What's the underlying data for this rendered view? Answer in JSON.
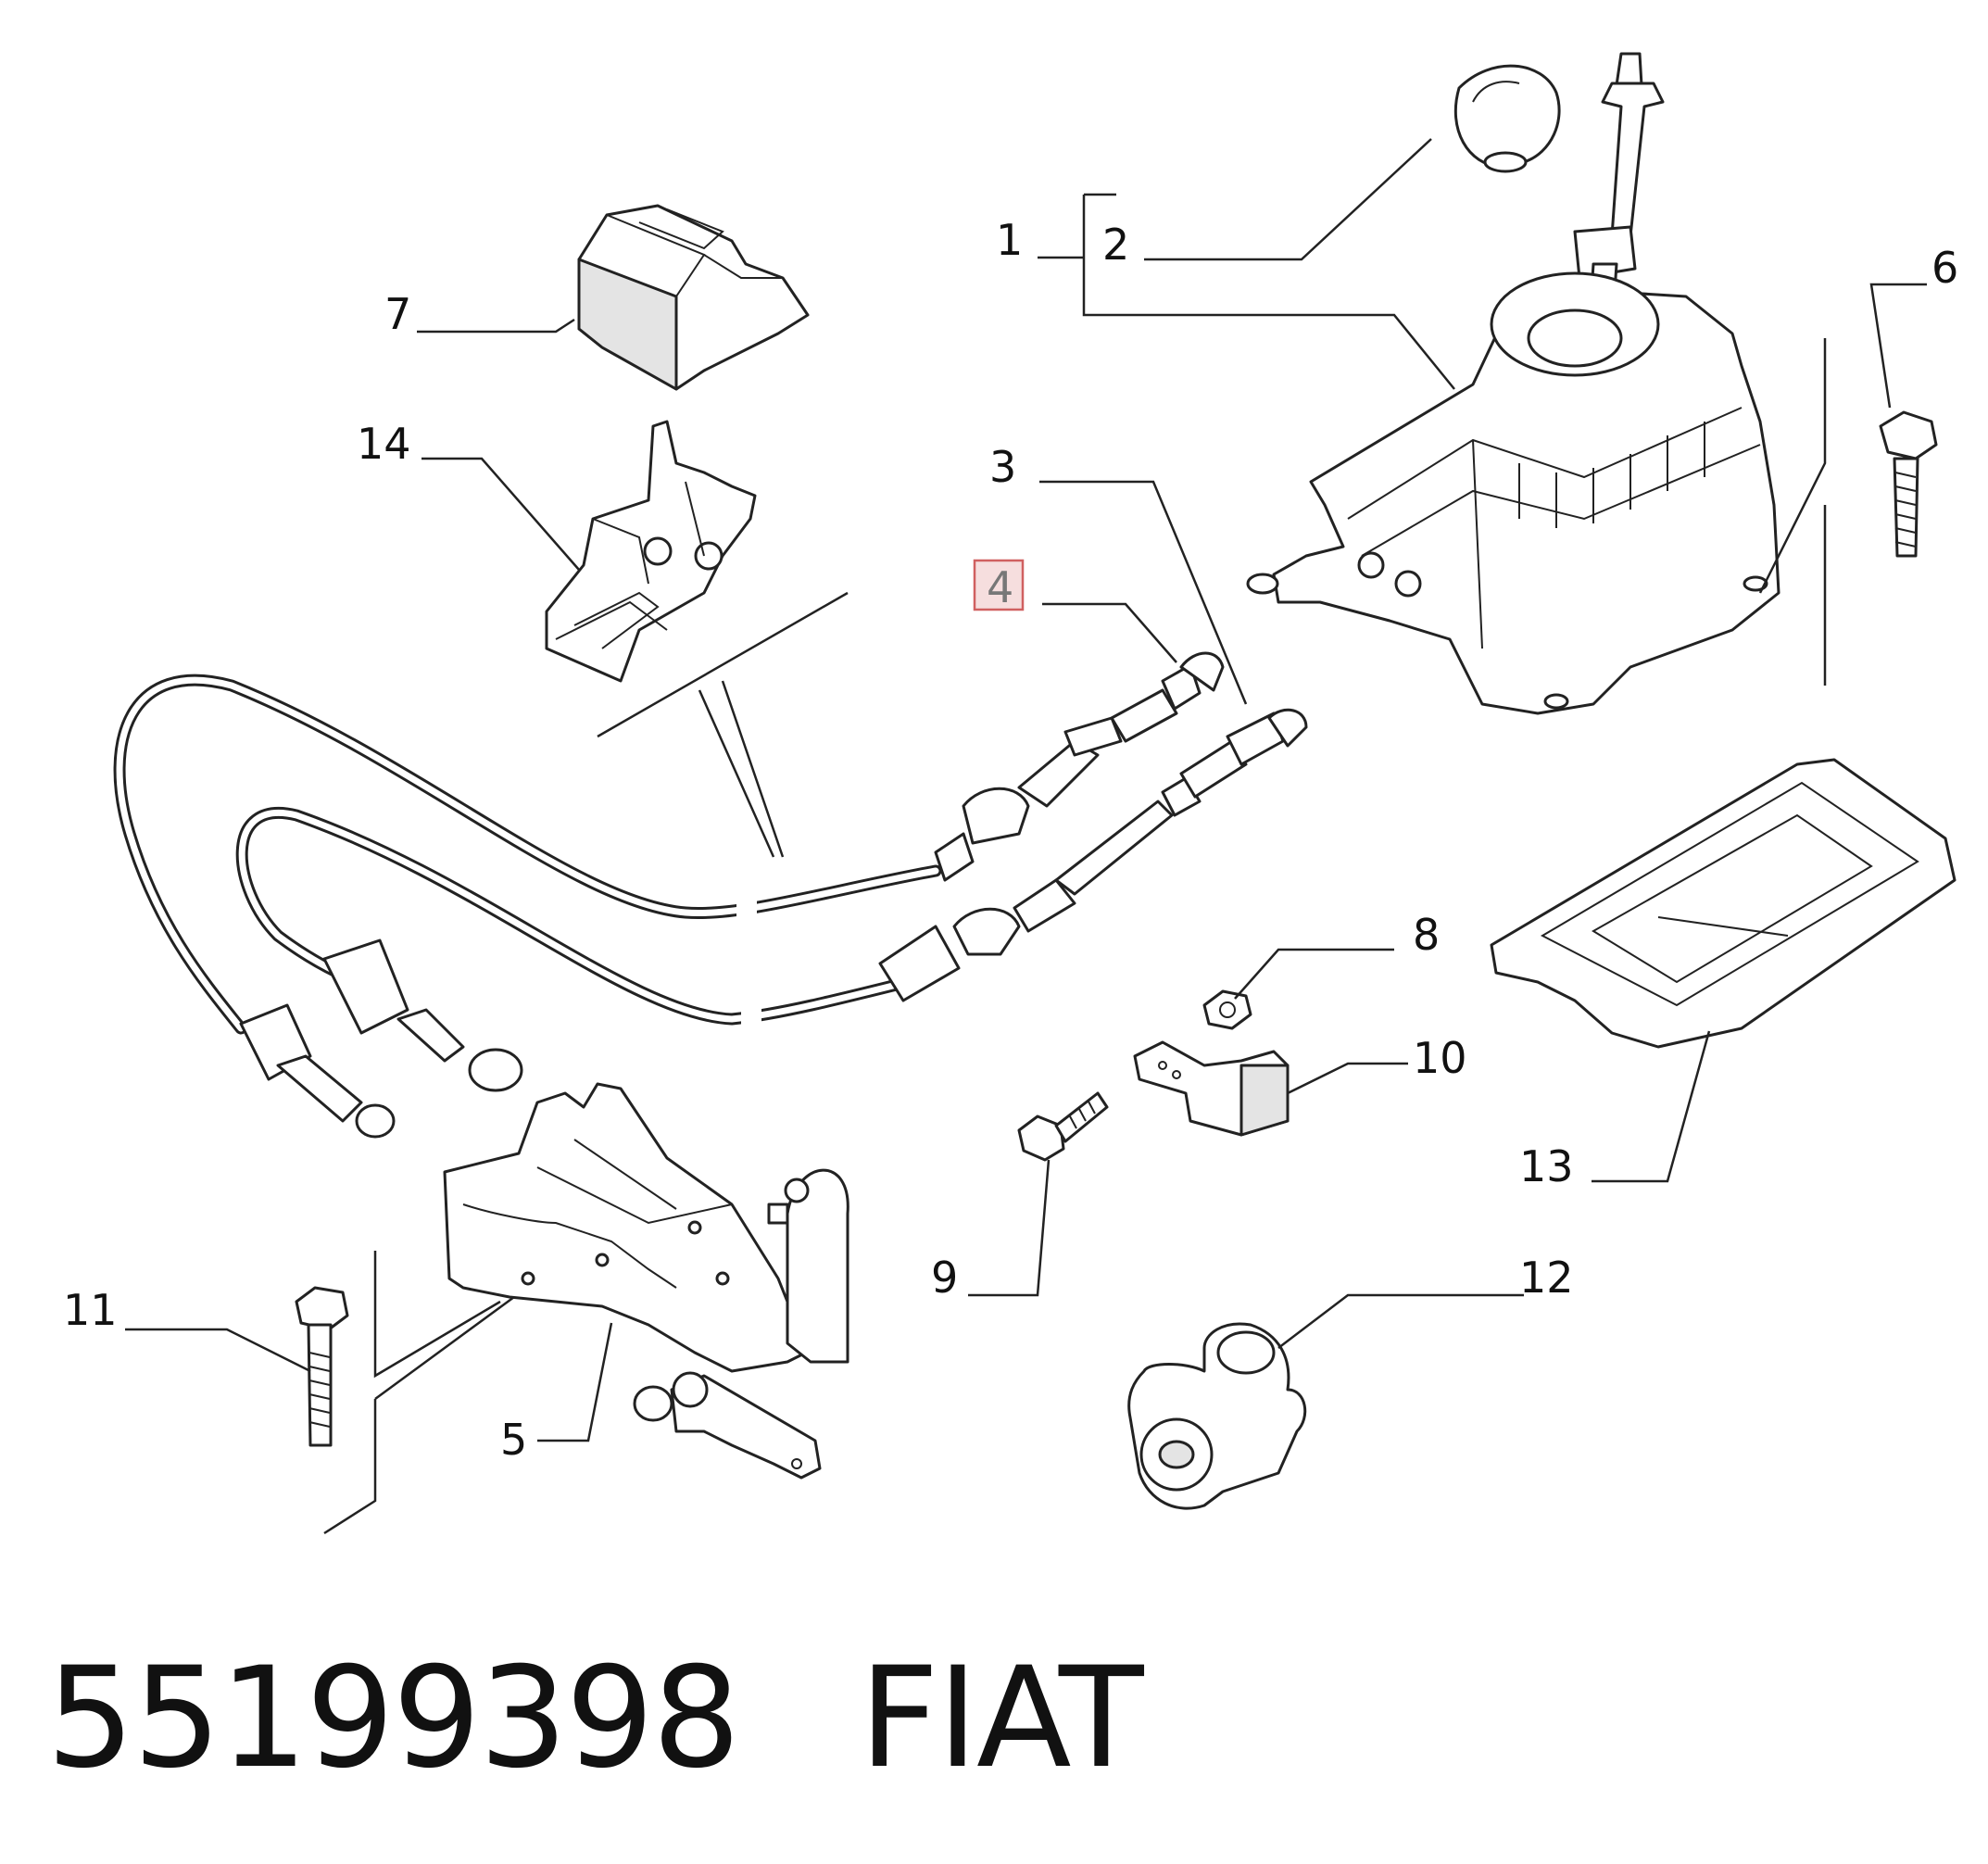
{
  "diagram": {
    "callouts": [
      {
        "id": "c1",
        "text": "1"
      },
      {
        "id": "c2",
        "text": "2"
      },
      {
        "id": "c3",
        "text": "3"
      },
      {
        "id": "c4",
        "text": "4",
        "highlighted": true
      },
      {
        "id": "c5",
        "text": "5"
      },
      {
        "id": "c6",
        "text": "6"
      },
      {
        "id": "c7",
        "text": "7"
      },
      {
        "id": "c8",
        "text": "8"
      },
      {
        "id": "c9",
        "text": "9"
      },
      {
        "id": "c10",
        "text": "10"
      },
      {
        "id": "c11",
        "text": "11"
      },
      {
        "id": "c12",
        "text": "12"
      },
      {
        "id": "c13",
        "text": "13"
      },
      {
        "id": "c14",
        "text": "14"
      }
    ],
    "highlight_color": "#d06060"
  },
  "footer": {
    "part_number": "55199398",
    "brand": "FIAT"
  }
}
